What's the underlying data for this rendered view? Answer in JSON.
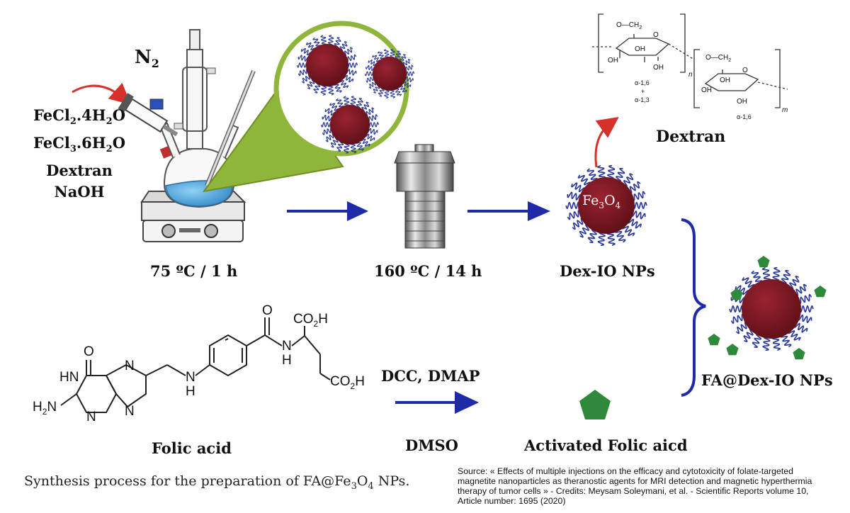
{
  "nitrogen": {
    "prefix": "N",
    "sub": "2"
  },
  "reagents": [
    {
      "pre": "FeCl",
      "sub": "2",
      "post": ".4H",
      "sub2": "2",
      "tail": "O"
    },
    {
      "pre": "FeCl",
      "sub": "3",
      "post": ".6H",
      "sub2": "2",
      "tail": "O"
    },
    {
      "pre": "Dextran",
      "sub": "",
      "post": "",
      "sub2": "",
      "tail": ""
    },
    {
      "pre": "NaOH",
      "sub": "",
      "post": "",
      "sub2": "",
      "tail": ""
    }
  ],
  "step1_label": "75 ºC / 1 h",
  "step2_label": "160 ºC /  14 h",
  "dex_io_label": "Dex-IO NPs",
  "core_label": {
    "pre": "Fe",
    "sub": "3",
    "mid": "O",
    "sub2": "4"
  },
  "dextran_label": "Dextran",
  "dextran_struct": {
    "group_top": "O—CH",
    "group_top_sub": "2",
    "oh": "OH",
    "ring_o": "O",
    "n": "n",
    "m": "m",
    "link": [
      "α-1,6",
      "+",
      "α-1,3"
    ],
    "link2": "α-1,6"
  },
  "folic_acid": {
    "label": "Folic acid",
    "co2h_top": "CO",
    "co2h_top_sub": "2",
    "co2h_top_tail": "H",
    "co2h_bottom": "CO",
    "co2h_bottom_sub": "2",
    "co2h_bottom_tail": "H",
    "n": "N",
    "h": "H",
    "o": "O",
    "hn": "HN",
    "h2n": "H",
    "h2n_sub": "2",
    "h2n_tail": "N"
  },
  "reaction": {
    "top": "DCC, DMAP",
    "bottom": "DMSO"
  },
  "activated_label": "Activated Folic aicd",
  "fa_label": "FA@Dex-IO NPs",
  "caption": {
    "pre": "Synthesis process for the preparation of FA@Fe",
    "sub": "3",
    "mid": "O",
    "sub2": "4",
    "post": " NPs."
  },
  "source_lines": [
    "Source: « Effects of multiple injections on the efficacy and cytotoxicity of folate-targeted",
    "magnetite nanoparticles as theranostic agents for MRI detection and magnetic hyperthermia",
    "therapy of tumor cells » - Credits: Meysam Soleymani, et al. - Scientific Reports volume 10,",
    "Article number: 1695 (2020)"
  ],
  "colors": {
    "arrow_blue": "#1f2aa8",
    "red_arrow": "#d6322b",
    "nanoparticle": "#7a1520",
    "coating": "#2b3a9a",
    "folate_green": "#2e8a3a",
    "cone_green": "#8fb53a",
    "bath_blue": "#4aa6dd"
  }
}
